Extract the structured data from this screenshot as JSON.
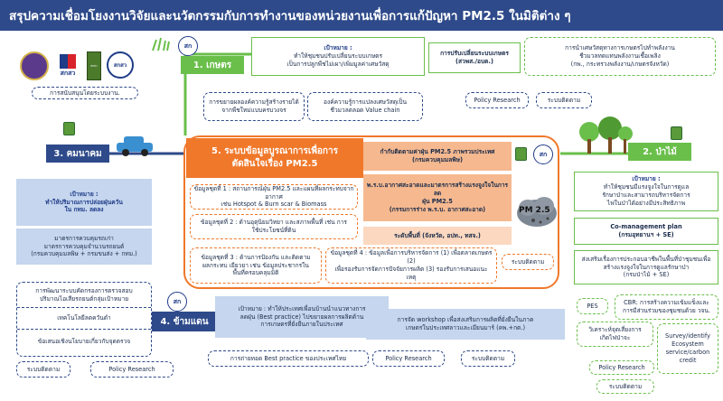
{
  "title": "สรุปความเชื่อมโยงงานวิจัยและนวัตกรรมกับการทำงานของหน่วยงานเพื่อการแก้ปัญหา PM2.5 ในมิติต่าง ๆ",
  "colors": {
    "header_bg": "#2e4a8a",
    "green": "#6abf4b",
    "orange": "#f0782a",
    "light_orange": "#f6b98f",
    "peach": "#fbd8bf",
    "blue_box": "#c5d6ee",
    "dark_blue": "#2e4a8a"
  },
  "logos": {
    "sor_text": "สกสว",
    "sakv_text": "สกสว",
    "yoga_text": "สกสว",
    "top_logo": "สก"
  },
  "agri": {
    "label": "1. เกษตร",
    "goal_title": "เป้าหมาย :",
    "goal_text": "ทำให้ชุมชนปรับเปลี่ยนระบบเกษตร\nเป็นการปลูกพืชไม่เผา/เพิ่มมูลค่าเศษวัสดุ",
    "change": "การปรับเปลี่ยนระบบเกษตร\n(สวพส./อบต.)",
    "energy": "การนำเศษวัสดุทางการเกษตรไปทำพลังงาน\nชีวมวลทดแทนพลังงานเชื้อเพลิง\n(กพ., กระทรวงพลังงาน/เกษตรจังหวัด)",
    "support": "การสนับสนุนโดยระบบงาน.",
    "extend": "การขยายผลองค์ความรู้สร้างรายได้\nจากพืชใหม่แบบครบวงจร",
    "bodyknow": "องค์ความรู้การแปลงเศษวัสดุเป็น\nชีวมวลตลอด Value chain",
    "policy": "Policy Research",
    "monitor": "ระบบติดตาม"
  },
  "transport": {
    "label": "3. คมนาคม",
    "goal": "เป้าหมาย :\nทำให้ปริมาณการปล่อยฝุ่นควัน\nใน กทม. ลดลง",
    "measure": "มาตรการควบคุมรถเก่า\nมาตรการควบคุมจำนวนรถยนต์\n(กรมควบคุมมลพิษ + กรมขนส่ง + กทม.)",
    "dev1": "การพัฒนาระบบคัดกรองการตรวจสอบ\nปริมาณไอเสียรถยนต์กลุ่มเป้าหมาย",
    "dev2": "เทคโนโลยีลดควันดำ",
    "dev3": "ข้อเสนอเชิงนโยบายเกี่ยวกับจุดตรวจ",
    "monitor": "ระบบติดตาม",
    "policy": "Policy Research"
  },
  "center": {
    "title": "5. ระบบข้อมูลบูรณาการเพื่อการ\nตัดสินใจเรื่อง PM2.5",
    "set1": "ข้อมูลชุดที่ 1 : สถานการณ์ฝุ่น PM2.5 และแผนที่ผลกระทบจากอากาศ\nเช่น Hotspot & Burn scar & Biomass",
    "set2": "ข้อมูลชุดที่ 2 : ด้านอุตุนิยมวิทยา และสภาพพื้นที่ เช่น การ\nใช้ประโยชน์ที่ดิน",
    "set3": "ข้อมูลชุดที่ 3 : ด้านการป้องกัน และติดตาม\nผลกระทบ เยียวยา เช่น ข้อมูลประชากรใน\nพื้นที่ครอบคลุมมิติ",
    "set4": "ข้อมูลชุดที่ 4 : ข้อมูลเพื่อการบริหารจัดการ (1) เพื่อตลาดเกษตร (2)\nเพื่อรองรับการจัดการปัจจัยการผลิต (3) รองรับการเสนอแนะ\nเหตุ",
    "monitor": "ระบบติดตาม"
  },
  "right_panel": {
    "p1": "กำกับติดตามค่าฝุ่น PM2.5 ภาพรวมประเทศ\n(กรมควบคุมมลพิษ)",
    "p2": "พ.ร.บ.อากาศสะอาดและมาตรการสร้างแรงจูงใจในการลด\nฝุ่น PM2.5\n(กรรมการร่าง พ.ร.บ. อากาศสะอาด)",
    "p3": "ระดับพื้นที่ (จังหวัด, อปท., ทสจ.)",
    "pm_label": "PM 2.5"
  },
  "forest": {
    "label": "2. ป่าไม้",
    "goal_title": "เป้าหมาย :",
    "goal_text": "ทำให้ชุมชนมีแรงจูงใจในการดูแล\nรักษาป่าและสามารถบริหารจัดการ\nไฟในป่าได้อย่างมีประสิทธิภาพ",
    "comgt": "Co-management plan\n(กรมอุทยานฯ + SE)",
    "promote": "ส่งเสริมเรื่องการประกอบอาชีพในพื้นที่ป่าชุมชนเพื่อ\nสร้างแรงจูงใจในการดูแลรักษาป่า\n(กรมป่าไม้ + SE)",
    "pes": "PES",
    "cbr": "CBR: การสร้างความเข้มแข็งและ\nการมีส่วนร่วมของชุมชนด้วย วจน.",
    "fire": "วิเคราะห์จุดเสี่ยงการ\nเกิดไฟป่าจะ",
    "survey": "Survey/identify\nEcosystem\nservice/carbon\ncredit",
    "policy": "Policy Research",
    "monitor": "ระบบติดตาม"
  },
  "border": {
    "label": "4. ข้ามแดน",
    "goal": "เป้าหมาย : ทำให้ประเทศเพื่อนบ้านนำแนวทางการ\nลดฝุ่น (Best practice) ไปขยายผลการผลิตด้าน\nการเกษตรที่ยั่งยืนภายในประเทศ",
    "workshop": "การจัด workshop เพื่อส่งเสริมการผลิตที่ยั่งยืนในภาค\nเกษตรในประเทศลาวและเมียนมาร์ (คพ.+กต.)",
    "bestpractice": "การถ่ายทอด Best practice ของประเทศไทย",
    "policy": "Policy Research",
    "monitor": "ระบบติดตาม"
  }
}
